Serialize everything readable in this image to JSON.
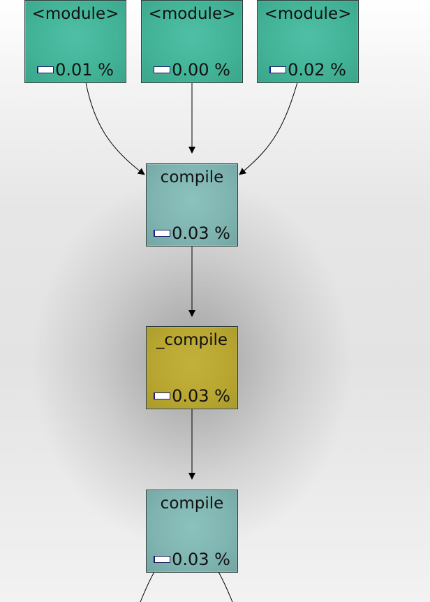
{
  "nodes": [
    {
      "id": "module-1",
      "label": "<module>",
      "percent_text": "0.01 %",
      "percent": 0.01,
      "color": "#43b397"
    },
    {
      "id": "module-2",
      "label": "<module>",
      "percent_text": "0.00 %",
      "percent": 0.0,
      "color": "#43b397"
    },
    {
      "id": "module-3",
      "label": "<module>",
      "percent_text": "0.02 %",
      "percent": 0.02,
      "color": "#43b397"
    },
    {
      "id": "compile-1",
      "label": "compile",
      "percent_text": "0.03 %",
      "percent": 0.03,
      "color": "#7fb4b1"
    },
    {
      "id": "_compile",
      "label": "_compile",
      "percent_text": "0.03 %",
      "percent": 0.03,
      "color": "#b8a631"
    },
    {
      "id": "compile-2",
      "label": "compile",
      "percent_text": "0.03 %",
      "percent": 0.03,
      "color": "#7fb4b1"
    }
  ],
  "edges": [
    {
      "from": "module-1",
      "to": "compile-1"
    },
    {
      "from": "module-2",
      "to": "compile-1"
    },
    {
      "from": "module-3",
      "to": "compile-1"
    },
    {
      "from": "compile-1",
      "to": "_compile"
    },
    {
      "from": "_compile",
      "to": "compile-2"
    }
  ]
}
